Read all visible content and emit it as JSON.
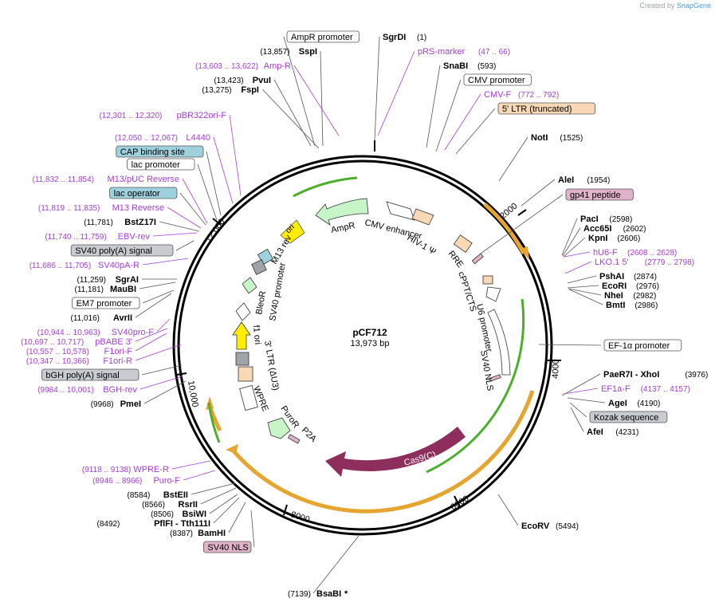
{
  "watermark": {
    "prefix": "Created by",
    "brand": "SnapGene"
  },
  "plasmid": {
    "name": "pCF712",
    "size_label": "13,973 bp",
    "total_bp": 13973
  },
  "ticks": [
    {
      "bp": 2000,
      "label": "2000"
    },
    {
      "bp": 4000,
      "label": "4000"
    },
    {
      "bp": 6000,
      "label": "6000"
    },
    {
      "bp": 8000,
      "label": "8000"
    },
    {
      "bp": 10000,
      "label": "10,000"
    },
    {
      "bp": 12000,
      "label": "12,000"
    }
  ],
  "right_labels": [
    {
      "kind": "box",
      "text": "AmpR promoter",
      "fill": "#ffffff"
    },
    {
      "kind": "enzyme",
      "name": "SgrDI",
      "pos": "(1)"
    },
    {
      "kind": "primer",
      "name": "pRS-marker",
      "pos": "(47 .. 66)"
    },
    {
      "kind": "enzyme",
      "name": "SnaBI",
      "pos": "(593)"
    },
    {
      "kind": "box",
      "text": "CMV promoter",
      "fill": "#ffffff"
    },
    {
      "kind": "primer",
      "name": "CMV-F",
      "pos": "(772 .. 792)"
    },
    {
      "kind": "box",
      "text": "5' LTR (truncated)",
      "fill": "#f9d9b5"
    },
    {
      "kind": "enzyme",
      "name": "NotI",
      "pos": "(1525)"
    },
    {
      "kind": "enzyme",
      "name": "AleI",
      "pos": "(1954)"
    },
    {
      "kind": "box",
      "text": "gp41 peptide",
      "fill": "#dfb3c9"
    },
    {
      "kind": "enzyme",
      "name": "PacI",
      "pos": "(2598)"
    },
    {
      "kind": "enzyme",
      "name": "Acc65I",
      "pos": "(2602)"
    },
    {
      "kind": "enzyme",
      "name": "KpnI",
      "pos": "(2606)"
    },
    {
      "kind": "primer",
      "name": "hU6-F",
      "pos": "(2608 .. 2628)"
    },
    {
      "kind": "primer",
      "name": "LKO.1 5'",
      "pos": "(2779 .. 2798)"
    },
    {
      "kind": "enzyme",
      "name": "PshAI",
      "pos": "(2874)"
    },
    {
      "kind": "enzyme",
      "name": "EcoRI",
      "pos": "(2976)"
    },
    {
      "kind": "enzyme",
      "name": "NheI",
      "pos": "(2982)"
    },
    {
      "kind": "enzyme",
      "name": "BmtI",
      "pos": "(2986)"
    },
    {
      "kind": "box",
      "text": "EF-1α promoter",
      "fill": "#ffffff"
    },
    {
      "kind": "enzyme",
      "name": "PaeR7I",
      "name2": "XhoI",
      "pos": "(3976)"
    },
    {
      "kind": "primer",
      "name": "EF1a-F",
      "pos": "(4137 .. 4157)"
    },
    {
      "kind": "enzyme",
      "name": "AgeI",
      "pos": "(4190)"
    },
    {
      "kind": "box",
      "text": "Kozak sequence",
      "fill": "#c8ccd1"
    },
    {
      "kind": "enzyme",
      "name": "AfeI",
      "pos": "(4231)"
    },
    {
      "kind": "enzyme",
      "name": "EcoRV",
      "pos": "(5494)"
    },
    {
      "kind": "enzyme",
      "name": "BsaBI",
      "pos": "(7139)",
      "suffix": "*"
    }
  ],
  "left_labels": [
    {
      "kind": "enzyme",
      "name": "SspI",
      "pos": "(13,857)"
    },
    {
      "kind": "primer",
      "name": "Amp-R",
      "pos": "(13,603 .. 13,622)"
    },
    {
      "kind": "enzyme",
      "name": "PvuI",
      "pos": "(13,423)"
    },
    {
      "kind": "enzyme",
      "name": "FspI",
      "pos": "(13,275)"
    },
    {
      "kind": "primer",
      "name": "pBR322ori-F",
      "pos": "(12,301 .. 12,320)"
    },
    {
      "kind": "primer",
      "name": "L4440",
      "pos": "(12,050 .. 12,067)"
    },
    {
      "kind": "box",
      "text": "CAP binding site",
      "fill": "#9fd0de"
    },
    {
      "kind": "box",
      "text": "lac promoter",
      "fill": "#ffffff"
    },
    {
      "kind": "primer",
      "name": "M13/pUC Reverse",
      "pos": "(11,832 .. 11,854)"
    },
    {
      "kind": "box",
      "text": "lac operator",
      "fill": "#9fd0de"
    },
    {
      "kind": "primer",
      "name": "M13 Reverse",
      "pos": "(11,819 .. 11,835)"
    },
    {
      "kind": "enzyme",
      "name": "BstZ17I",
      "pos": "(11,781)"
    },
    {
      "kind": "primer",
      "name": "EBV-rev",
      "pos": "(11,740 .. 11,759)"
    },
    {
      "kind": "box",
      "text": "SV40 poly(A) signal",
      "fill": "#c8ccd1"
    },
    {
      "kind": "primer",
      "name": "SV40pA-R",
      "pos": "(11,686 .. 11,705)"
    },
    {
      "kind": "enzyme",
      "name": "SgrAI",
      "pos": "(11,259)"
    },
    {
      "kind": "enzyme",
      "name": "MauBI",
      "pos": "(11,181)"
    },
    {
      "kind": "box",
      "text": "EM7 promoter",
      "fill": "#ffffff"
    },
    {
      "kind": "enzyme",
      "name": "AvrII",
      "pos": "(11,016)"
    },
    {
      "kind": "primer",
      "name": "SV40pro-F",
      "pos": "(10,944 .. 10,963)"
    },
    {
      "kind": "primer",
      "name": "pBABE 3'",
      "pos": "(10,697 .. 10,717)"
    },
    {
      "kind": "primer",
      "name": "F1ori-F",
      "pos": "(10,557 .. 10,578)"
    },
    {
      "kind": "primer",
      "name": "F1ori-R",
      "pos": "(10,347 .. 10,366)"
    },
    {
      "kind": "box",
      "text": "bGH poly(A) signal",
      "fill": "#c8ccd1"
    },
    {
      "kind": "primer",
      "name": "BGH-rev",
      "pos": "(9984 .. 10,001)"
    },
    {
      "kind": "enzyme",
      "name": "PmeI",
      "pos": "(9968)"
    },
    {
      "kind": "primer",
      "name": "WPRE-R",
      "pos": "(9118 .. 9138)"
    },
    {
      "kind": "primer",
      "name": "Puro-F",
      "pos": "(8946 .. 8966)"
    },
    {
      "kind": "enzyme",
      "name": "BstEII",
      "pos": "(8584)"
    },
    {
      "kind": "enzyme",
      "name": "RsrII",
      "pos": "(8566)"
    },
    {
      "kind": "enzyme",
      "name": "BsiWI",
      "pos": "(8506)"
    },
    {
      "kind": "enzyme",
      "name": "PflFI",
      "name2": "Tth111I",
      "pos": "(8492)"
    },
    {
      "kind": "enzyme",
      "name": "BamHI",
      "pos": "(8387)"
    },
    {
      "kind": "box",
      "text": "SV40 NLS",
      "fill": "#dfb3c9"
    }
  ],
  "inner_features": [
    {
      "text": "AmpR"
    },
    {
      "text": "CMV enhancer"
    },
    {
      "text": "HIV-1 Ψ"
    },
    {
      "text": "RRE"
    },
    {
      "text": "cPPT/CTS"
    },
    {
      "text": "U6 promoter"
    },
    {
      "text": "SV40 NLS"
    },
    {
      "text": "Cas9(C)"
    },
    {
      "text": "P2A"
    },
    {
      "text": "PuroR"
    },
    {
      "text": "WPRE"
    },
    {
      "text": "3' LTR (ΔU3)"
    },
    {
      "text": "f1 ori"
    },
    {
      "text": "BleoR"
    },
    {
      "text": "SV40 promoter"
    },
    {
      "text": "M13 rev"
    },
    {
      "text": "ori"
    }
  ],
  "colors": {
    "primer": "#a33fd6",
    "ampr": "#c8f5c8",
    "cas9": "#8e2e5c",
    "ori": "#ffee00",
    "orf_arrow": "#e6a530",
    "green_arrow": "#4caf2a"
  }
}
